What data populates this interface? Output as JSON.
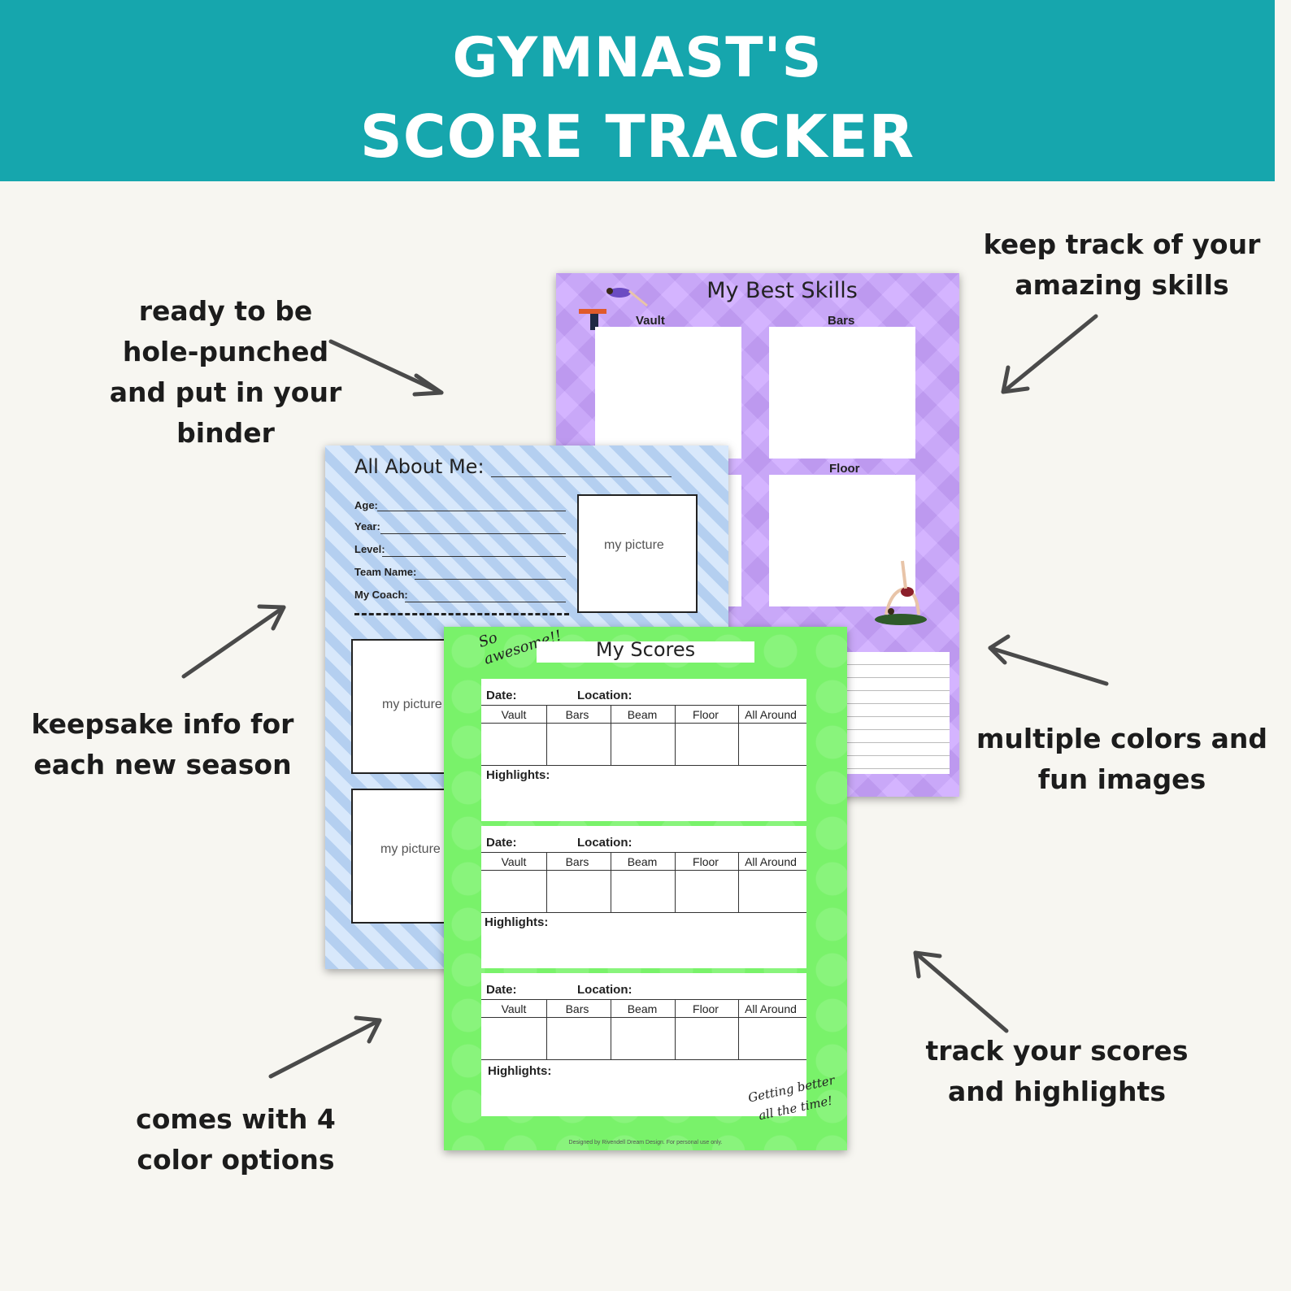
{
  "banner": {
    "line1": "GYMNAST'S",
    "line2": "SCORE TRACKER",
    "color": "#16a6ad"
  },
  "callouts": {
    "hole_punched": [
      "ready to be",
      "hole-punched",
      "and put in your",
      "binder"
    ],
    "skills": [
      "keep track of your",
      "amazing skills"
    ],
    "keepsake": [
      "keepsake info for",
      "each new season"
    ],
    "colors": [
      "multiple colors and",
      "fun images"
    ],
    "options": [
      "comes with 4",
      "color options"
    ],
    "scores": [
      "track your scores",
      "and highlights"
    ]
  },
  "skills_page": {
    "title": "My Best Skills",
    "labels": [
      "Vault",
      "Bars",
      "Floor"
    ],
    "color": "#c9a3ff"
  },
  "about_page": {
    "title": "All About Me:",
    "fields": [
      "Age:",
      "Year:",
      "Level:",
      "Team Name:",
      "My Coach:"
    ],
    "picture_label": "my picture",
    "color": "#d2e4fa"
  },
  "scores_page": {
    "title": "My Scores",
    "sticker_top": "So awesome!!",
    "sticker_bottom_1": "Getting better",
    "sticker_bottom_2": "all the time!",
    "date_label": "Date:",
    "location_label": "Location:",
    "columns": [
      "Vault",
      "Bars",
      "Beam",
      "Floor",
      "All Around"
    ],
    "highlights_label": "Highlights:",
    "footer": "Designed by Rivendell Dream Design.  For personal use only.",
    "color": "#79f26a"
  }
}
